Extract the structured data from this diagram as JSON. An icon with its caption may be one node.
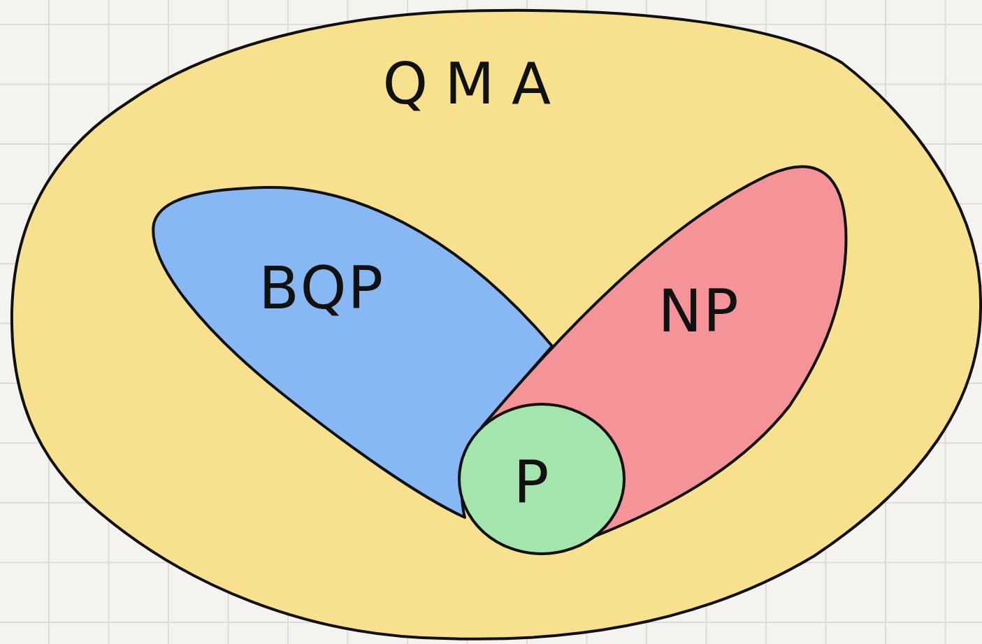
{
  "diagram": {
    "nodes": [
      {
        "text": [
          "QMA"
        ]
      },
      {
        "text": [
          "BQP"
        ],
        "in": 0
      },
      {
        "text": [
          "NP"
        ],
        "in": 0
      },
      {
        "text": [
          "P"
        ],
        "in": 0
      }
    ]
  }
}
